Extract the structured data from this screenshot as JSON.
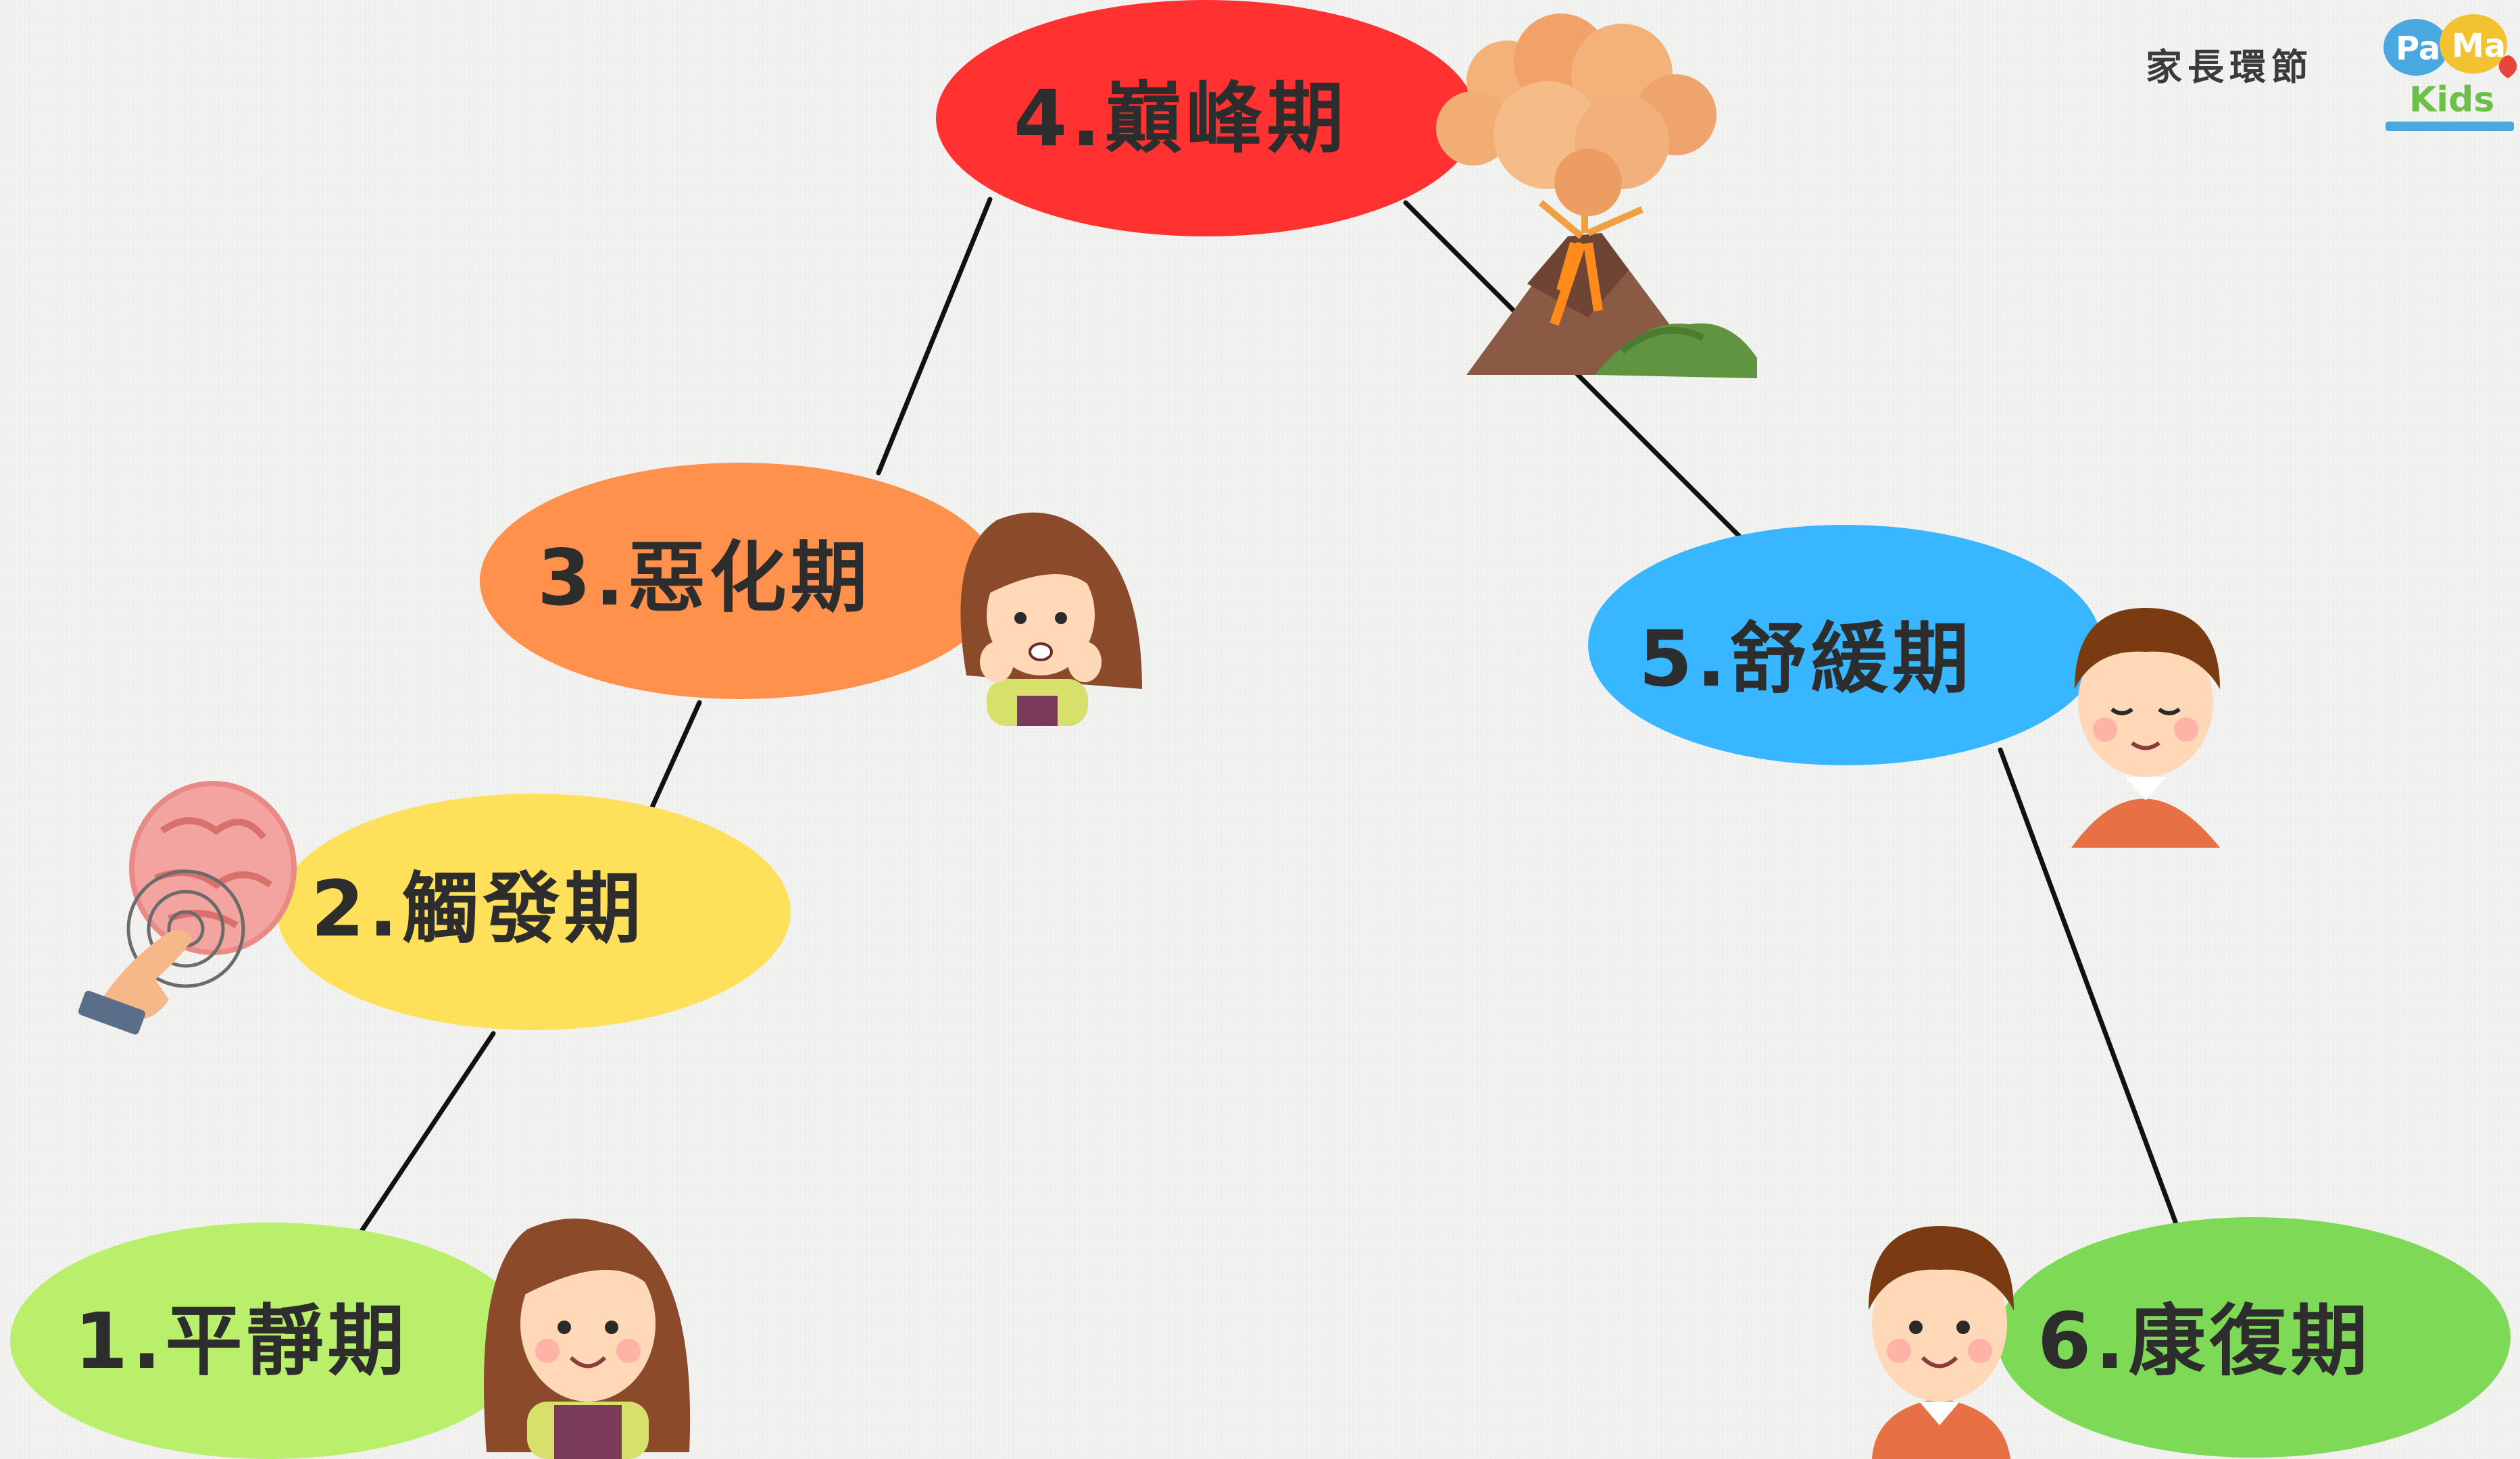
{
  "header": {
    "section_title": "家長環節",
    "logo": {
      "top_left": "Pa",
      "top_right": "Ma",
      "bottom": "Kids"
    }
  },
  "stages": [
    {
      "label": "1.平靜期",
      "color": "#b9ef6a"
    },
    {
      "label": "2.觸發期",
      "color": "#ffe05a"
    },
    {
      "label": "3.惡化期",
      "color": "#ff914d"
    },
    {
      "label": "4.巔峰期",
      "color": "#ff3131"
    },
    {
      "label": "5.舒緩期",
      "color": "#38b6ff"
    },
    {
      "label": "6.康復期",
      "color": "#7ed957"
    }
  ],
  "illustrations": [
    "brain-touch-icon",
    "worried-girl-icon",
    "volcano-icon",
    "calm-boy-icon",
    "smiling-girl-icon",
    "smiling-boy-icon"
  ]
}
